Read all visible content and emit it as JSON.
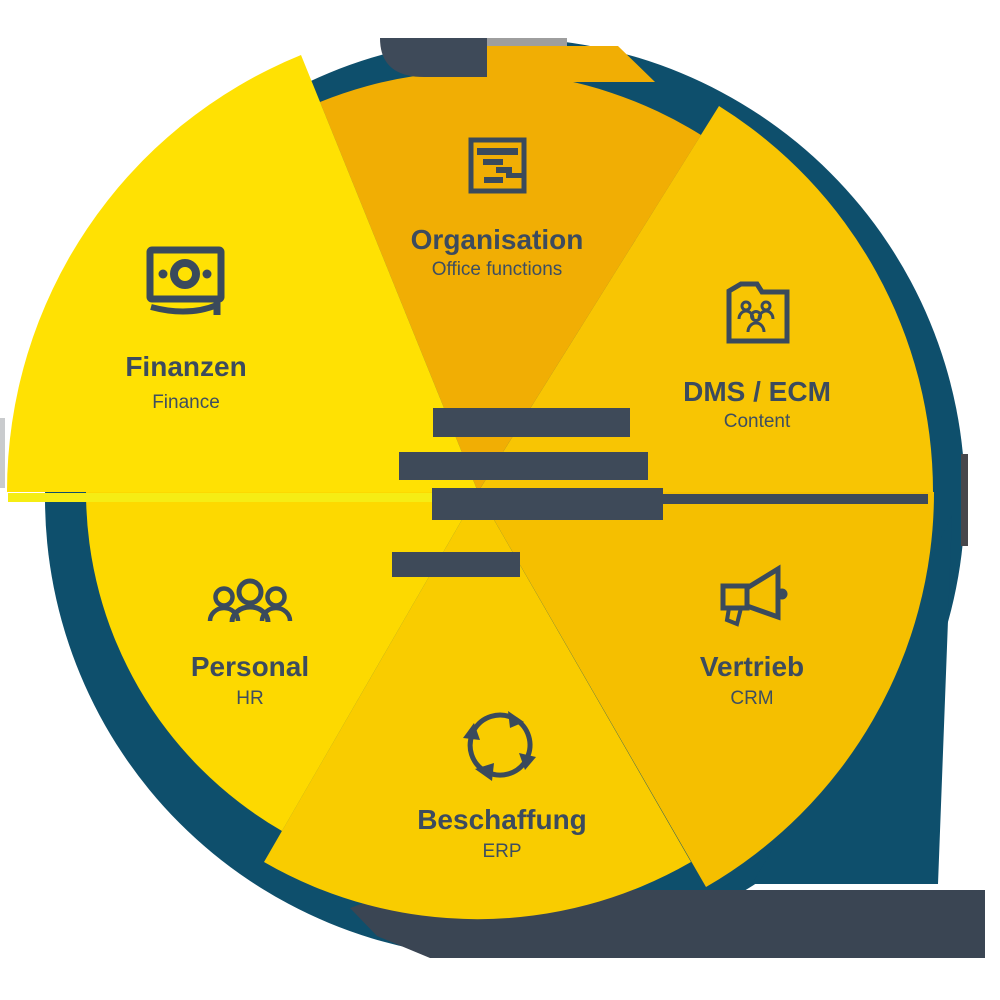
{
  "diagram": {
    "title_hidden": "",
    "colors": {
      "background": "#ffffff",
      "teal_ring": "#0E4F6C",
      "slate": "#3E4A59",
      "bottom_slate": "#3A4553",
      "gray_strip": "#9E9E9E",
      "left_gray_strip": "#C9CBCD",
      "notch_border": "#47474B",
      "notch_fill": "#ffffff",
      "highlight_line": "#F6ED14",
      "icon_stroke": "#3A4A5C",
      "text": "#3C4B5E"
    },
    "segments": [
      {
        "id": "organisation",
        "label": "Organisation",
        "sublabel": "Office functions",
        "icon": "window-tasks-icon",
        "color": "#F1AE04"
      },
      {
        "id": "dms-ecm",
        "label": "DMS / ECM",
        "sublabel": "Content",
        "icon": "folder-users-icon",
        "color": "#F8C503"
      },
      {
        "id": "finanzen",
        "label": "Finanzen",
        "sublabel": "Finance",
        "icon": "banknote-icon",
        "color": "#FFE103"
      },
      {
        "id": "personal",
        "label": "Personal",
        "sublabel": "HR",
        "icon": "people-icon",
        "color": "#FDD900"
      },
      {
        "id": "beschaffung",
        "label": "Beschaffung",
        "sublabel": "ERP",
        "icon": "cycle-arrows-icon",
        "color": "#F9CC00"
      },
      {
        "id": "vertrieb",
        "label": "Vertrieb",
        "sublabel": "CRM",
        "icon": "megaphone-icon",
        "color": "#F5BF00"
      }
    ]
  }
}
